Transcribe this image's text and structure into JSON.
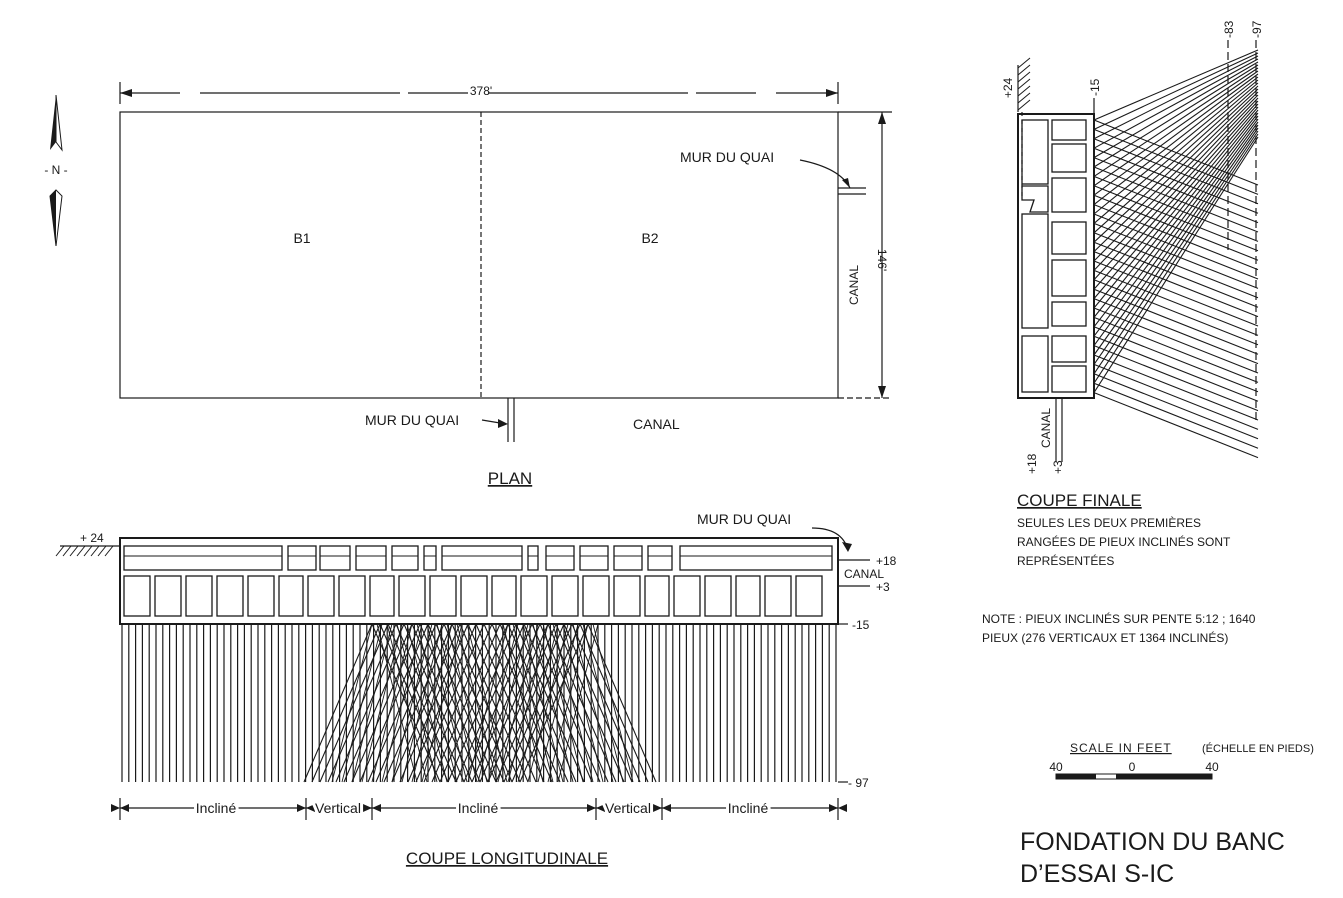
{
  "plan": {
    "width_label": "378'",
    "height_label": "146'",
    "north_label": "- N -",
    "zone_b1": "B1",
    "zone_b2": "B2",
    "quay_wall_right": "MUR DU QUAI",
    "canal_right": "CANAL",
    "quay_wall_bottom": "MUR DU QUAI",
    "canal_bottom": "CANAL",
    "title": "PLAN"
  },
  "longitudinal_section": {
    "elev_top": "+ 24",
    "quay_wall": "MUR DU QUAI",
    "elev_18": "+18",
    "canal": "CANAL",
    "elev_3": "+3",
    "elev_m15": "-15",
    "elev_m97": "- 97",
    "zones": [
      "Incliné",
      "Vertical",
      "Incliné",
      "Vertical",
      "Incliné"
    ],
    "title": "COUPE LONGITUDINALE"
  },
  "end_section": {
    "elev_top": "+24",
    "elev_m15": "-15",
    "elev_m83": "-83",
    "elev_m97": "-97",
    "canal": "CANAL",
    "elev_18": "+18",
    "elev_3": "+3",
    "title": "COUPE FINALE",
    "note_lines": [
      "SEULES LES DEUX PREMIÈRES",
      "RANGÉES DE PIEUX INCLINÉS SONT",
      "REPRÉSENTÉES"
    ]
  },
  "note": {
    "line1": "NOTE : PIEUX INCLINÉS SUR PENTE 5:12 ; 1640",
    "line2": "PIEUX (276 VERTICAUX ET 1364 INCLINÉS)"
  },
  "scale": {
    "label": "SCALE IN FEET",
    "label_fr": "(ÉCHELLE EN PIEDS)",
    "ticks": [
      "40",
      "0",
      "40"
    ]
  },
  "title": {
    "line1": "FONDATION DU BANC",
    "line2": "D’ESSAI S-IC"
  }
}
